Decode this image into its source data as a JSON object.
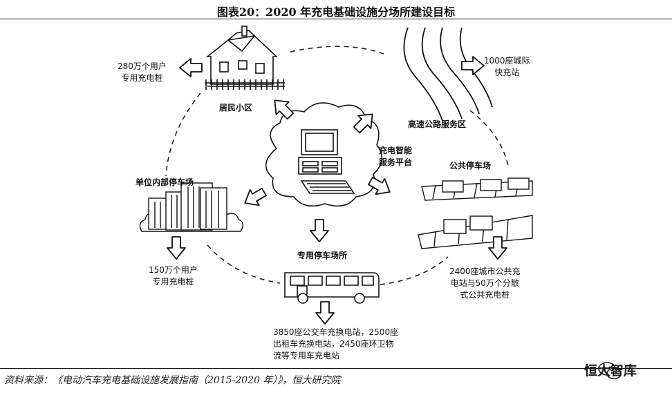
{
  "title": "图表20：2020 年充电基础设施分场所建设目标",
  "center": {
    "label": "充电智能\n服务平台"
  },
  "nodes": {
    "residential": {
      "name": "居民小区",
      "target": "280万个用户\n专用充电桩"
    },
    "highway": {
      "name": "高速公路服务区",
      "target": "1000座城际\n快充站"
    },
    "public_parking": {
      "name": "公共停车场",
      "target": "2400座城市公共充\n电站与50万个分散\n式公共充电桩"
    },
    "dedicated_parking": {
      "name": "专用停车场所",
      "target": "3850座公交车充换电站，2500座\n出租车充换电站，2450座环卫物\n流等专用车充电站"
    },
    "workplace": {
      "name": "单位内部停车场",
      "target": "150万个用户\n专用充电桩"
    }
  },
  "source": "资料来源：《电动汽车充电基础设施发展指南（2015-2020 年）》，恒大研究院",
  "watermark": "恒大智库"
}
